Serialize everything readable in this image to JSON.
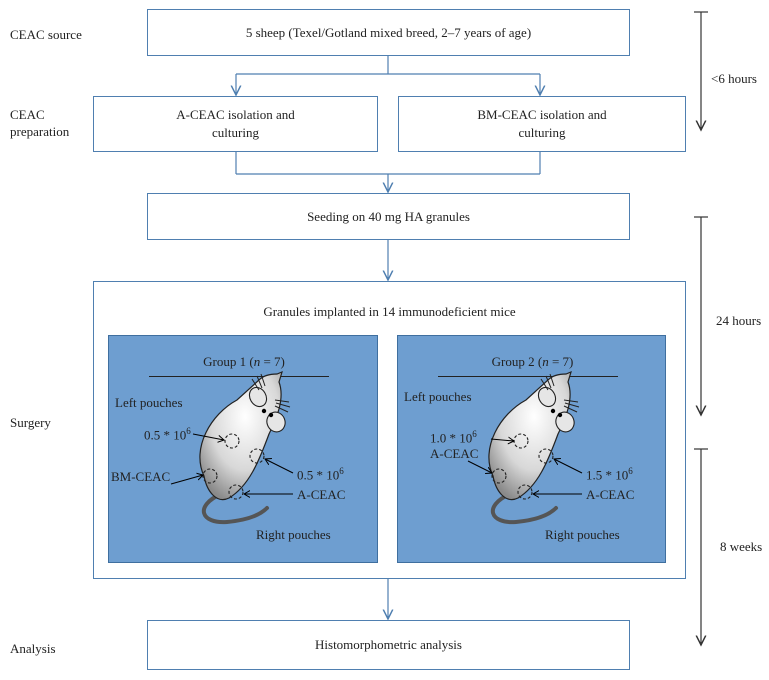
{
  "stages": {
    "source": "CEAC source",
    "preparation": "CEAC preparation",
    "surgery": "Surgery",
    "analysis": "Analysis"
  },
  "boxes": {
    "sheep": "5 sheep (Texel/Gotland mixed breed, 2–7 years of age)",
    "a_ceac": "A-CEAC isolation and culturing",
    "bm_ceac": "BM-CEAC isolation and culturing",
    "seeding": "Seeding on 40 mg HA granules",
    "implant": "Granules implanted in 14 immunodeficient mice",
    "analysis": "Histomorphometric analysis"
  },
  "groups": [
    {
      "title_prefix": "Group 1 (",
      "n_var": "n",
      "title_suffix": " = 7)",
      "left_pouches": "Left pouches",
      "right_pouches": "Right pouches",
      "dose1_base": "0.5 * 10",
      "dose1_exp": "6",
      "dose1_cell": "BM-CEAC",
      "dose2_base": "0.5 * 10",
      "dose2_exp": "6",
      "dose2_cell": "A-CEAC"
    },
    {
      "title_prefix": "Group 2 (",
      "n_var": "n",
      "title_suffix": " = 7)",
      "left_pouches": "Left pouches",
      "right_pouches": "Right pouches",
      "dose1_base": "1.0 * 10",
      "dose1_exp": "6",
      "dose1_cell": "A-CEAC",
      "dose2_base": "1.5 * 10",
      "dose2_exp": "6",
      "dose2_cell": "A-CEAC"
    }
  ],
  "timeline": {
    "t1": "<6 hours",
    "t2": "24 hours",
    "t3": "8 weeks"
  },
  "colors": {
    "box_border": "#4f7fb0",
    "panel_fill": "#6e9ed0",
    "mouse_body": "#d9d9d9"
  }
}
